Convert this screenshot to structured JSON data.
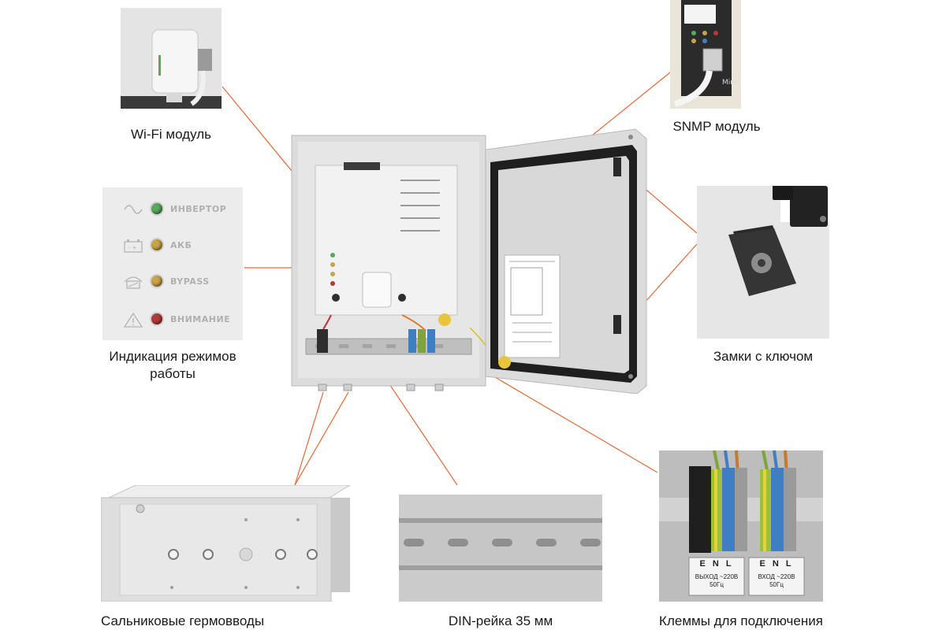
{
  "labels": {
    "wifi": "Wi-Fi модуль",
    "snmp": "SNMP модуль",
    "indication": "Индикация режимов работы",
    "locks": "Замки с ключом",
    "glands": "Сальниковые гермовводы",
    "din": "DIN-рейка 35 мм",
    "terminals": "Клеммы для подключения"
  },
  "indicators": [
    {
      "label": "ИНВЕРТОР",
      "led_color": "#5aa85e",
      "icon": "sine-wave-icon"
    },
    {
      "label": "АКБ",
      "led_color": "#c9a348",
      "icon": "battery-icon"
    },
    {
      "label": "BYPASS",
      "led_color": "#c9a348",
      "icon": "bypass-icon"
    },
    {
      "label": "ВНИМАНИЕ",
      "led_color": "#b23a3a",
      "icon": "warning-icon"
    }
  ],
  "terminal_labels": {
    "out_letters": "E N L",
    "in_letters": "E N L",
    "out_text": "ВЫХОД ~220В 50Гц",
    "in_text": "ВХОД ~220В 50Гц"
  },
  "snmp_sticker": "Mini",
  "colors": {
    "callout_line": "#e06a3a"
  }
}
